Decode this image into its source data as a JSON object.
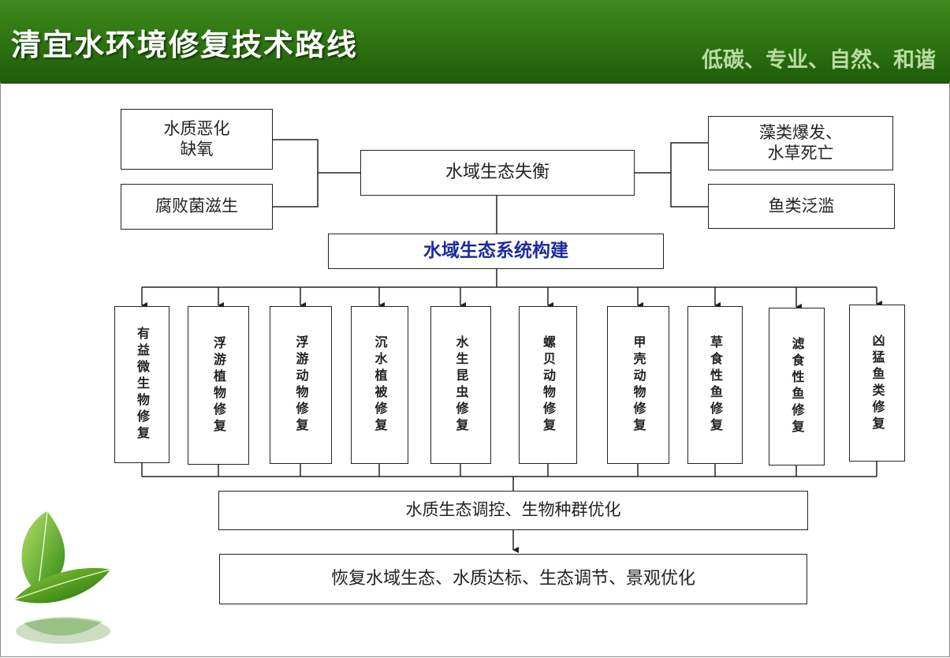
{
  "header": {
    "title": "清宜水环境修复技术路线",
    "slogan": "低碳、专业、自然、和谐"
  },
  "diagram": {
    "left_causes": [
      "水质恶化\n缺氧",
      "腐败菌滋生"
    ],
    "right_causes": [
      "藻类爆发、\n水草死亡",
      "鱼类泛滥"
    ],
    "problem": "水域生态失衡",
    "core": "水域生态系统构建",
    "measures": [
      "有益微生物修复",
      "浮游植物修复",
      "浮游动物修复",
      "沉水植被修复",
      "水生昆虫修复",
      "螺贝动物修复",
      "甲壳动物修复",
      "草食性鱼修复",
      "滤食性鱼修复",
      "凶猛鱼类修复"
    ],
    "integration": "水质生态调控、生物种群优化",
    "outcome": "恢复水域生态、水质达标、生态调节、景观优化"
  },
  "colors": {
    "header_green": "#2e7413",
    "core_text": "#1d2b9c",
    "slogan": "#b9dca2"
  }
}
